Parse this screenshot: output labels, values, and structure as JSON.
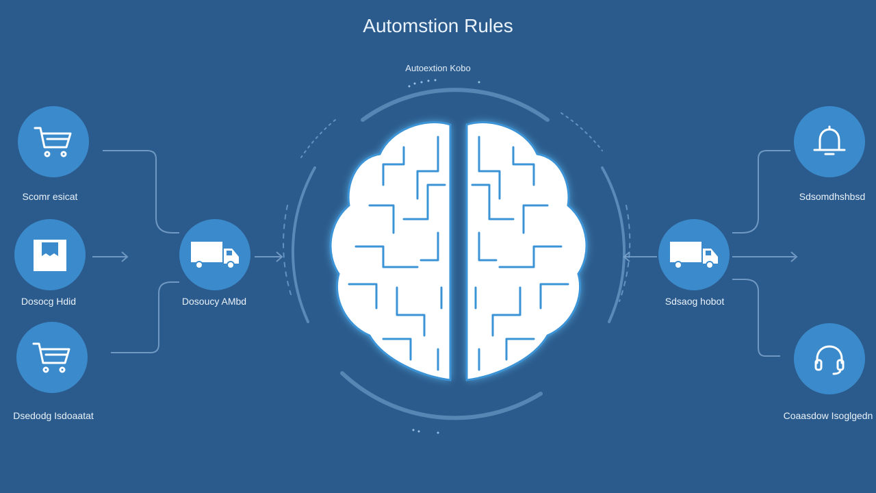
{
  "diagram": {
    "title": "Automstion Rules",
    "subtitle": "Autoextion Kobo",
    "nodes": {
      "left_top": {
        "label": "Scomr esicat",
        "icon": "shopping-cart-icon"
      },
      "left_mid": {
        "label": "Dosocg Hdid",
        "icon": "package-box-icon"
      },
      "left_bot": {
        "label": "Dsedodg Isdoaatat",
        "icon": "shopping-cart-icon"
      },
      "center_left": {
        "label": "Dosoucy AMbd",
        "icon": "delivery-truck-icon"
      },
      "center_right": {
        "label": "Sdsaog hobot",
        "icon": "delivery-truck-icon"
      },
      "right_top": {
        "label": "Sdsomdhshbsd",
        "icon": "bell-icon"
      },
      "right_bot": {
        "label": "Coaasdow Isoglgedn",
        "icon": "headset-icon"
      }
    },
    "center_icon": "brain-icon",
    "colors": {
      "background": "#2b5b8c",
      "node": "#3b8bcc",
      "brain_fill": "#ffffff",
      "brain_glow": "#5fb8f0",
      "wire": "#6f99c2"
    }
  }
}
